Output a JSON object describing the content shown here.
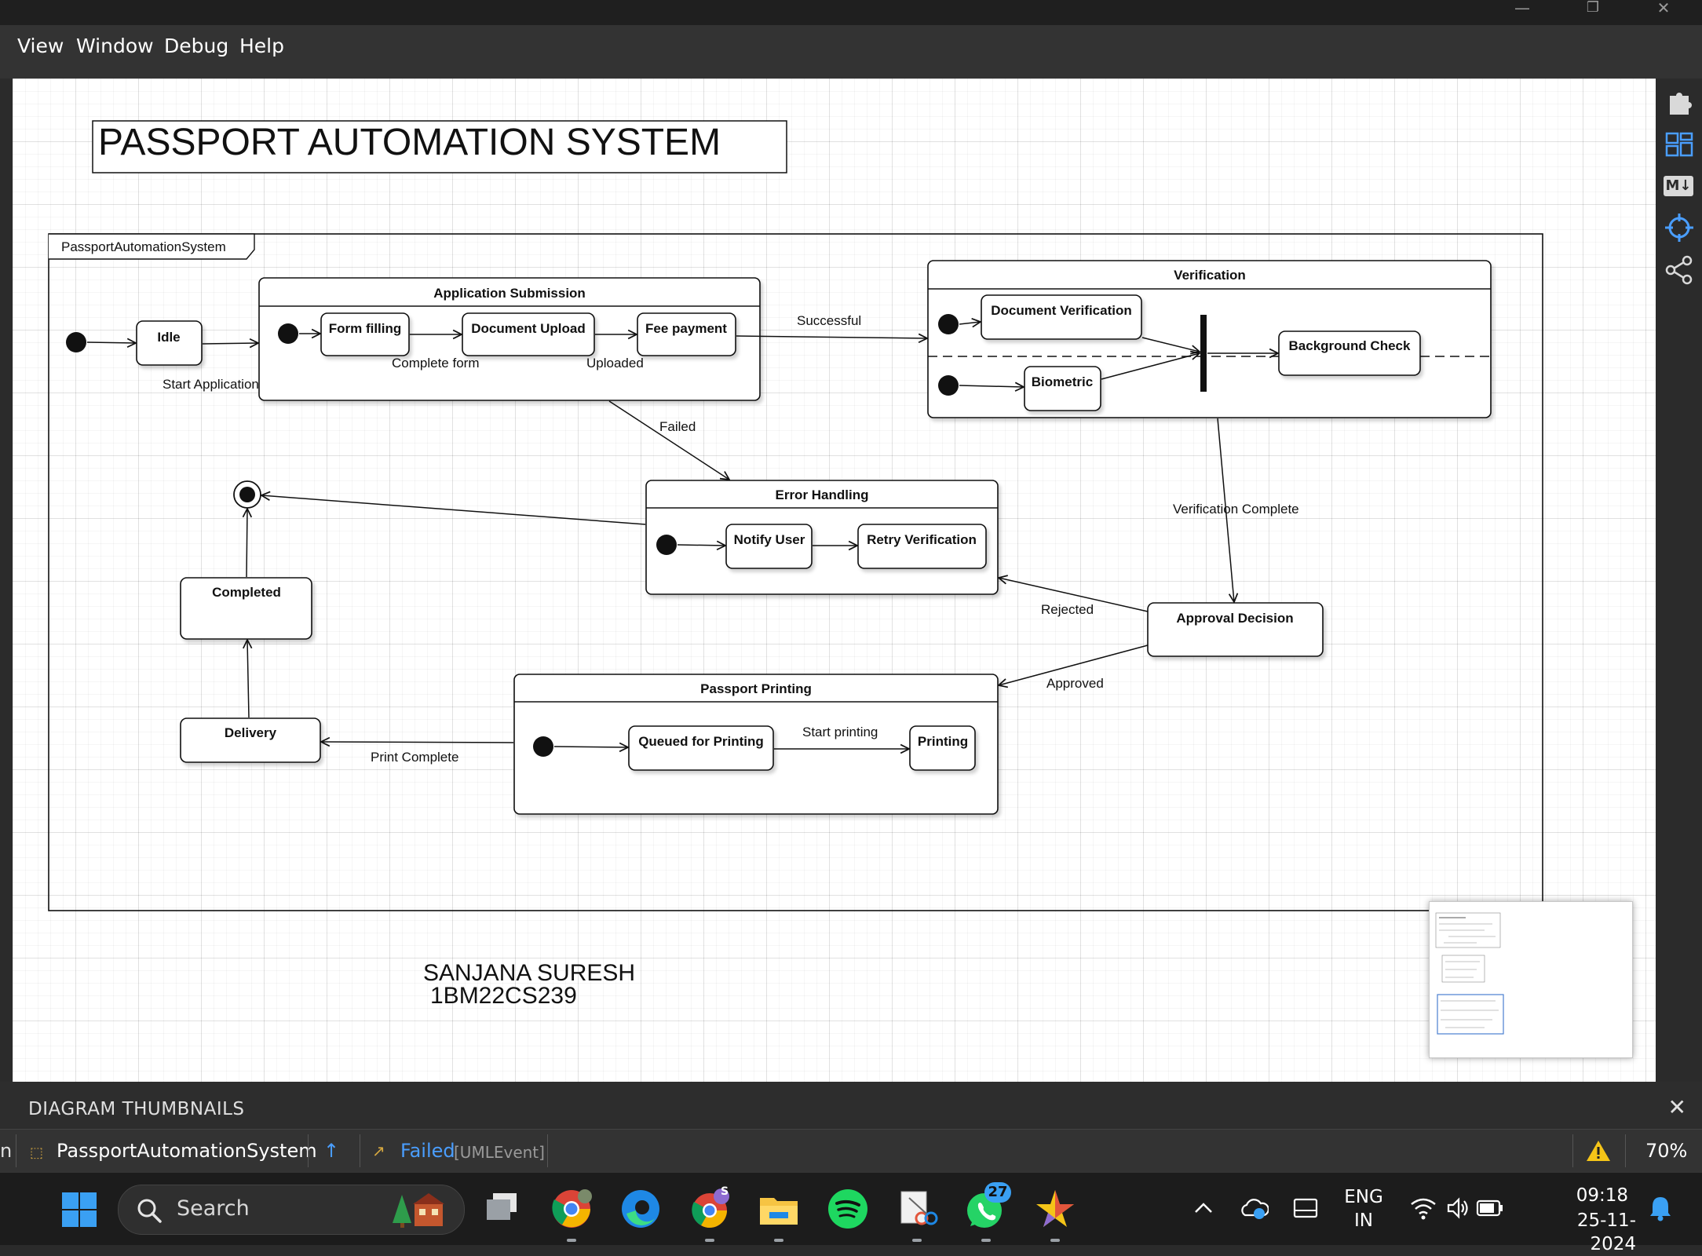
{
  "window": {
    "controls": {
      "minimize": "—",
      "maximize": "❐",
      "close": "✕"
    }
  },
  "menu": [
    "View",
    "Window",
    "Debug",
    "Help"
  ],
  "diagram": {
    "title": "PASSPORT AUTOMATION SYSTEM",
    "frame_label": "PassportAutomationSystem",
    "states": {
      "idle": "Idle",
      "application_submission": "Application Submission",
      "form_filling": "Form filling",
      "document_upload": "Document Upload",
      "fee_payment": "Fee payment",
      "verification": "Verification",
      "document_verification": "Document Verification",
      "biometric": "Biometric",
      "background_check": "Background Check",
      "error_handling": "Error Handling",
      "notify_user": "Notify User",
      "retry_verification": "Retry Verification",
      "approval_decision": "Approval Decision",
      "completed": "Completed",
      "delivery": "Delivery",
      "passport_printing": "Passport Printing",
      "queued_for_printing": "Queued for Printing",
      "printing": "Printing"
    },
    "transitions": {
      "start_application": "Start Application",
      "complete_form": "Complete form",
      "uploaded": "Uploaded",
      "successful": "Successful",
      "failed": "Failed",
      "verification_complete": "Verification Complete",
      "rejected": "Rejected",
      "approved": "Approved",
      "start_printing": "Start printing",
      "print_complete": "Print Complete"
    },
    "author": {
      "name": "SANJANA SURESH",
      "id": "1BM22CS239"
    }
  },
  "sidebar_icons": [
    "puzzle-icon",
    "layout-icon",
    "markdown-icon",
    "crosshair-icon",
    "share-icon"
  ],
  "sidebar_markdown_label": "M↓",
  "thumbnails_panel": {
    "title": "DIAGRAM THUMBNAILS",
    "close": "✕"
  },
  "status_bar": {
    "left_fragment": "n",
    "diagram_icon": "⬚",
    "diagram_name": "PassportAutomationSystem",
    "up_arrow": "↑",
    "event_arrow": "↗",
    "event_state": "Failed",
    "event_type": "[UMLEvent]",
    "zoom": "70%"
  },
  "taskbar": {
    "search_placeholder": "Search",
    "whatsapp_badge": "27",
    "chrome_profile_badge": "S",
    "language_line1": "ENG",
    "language_line2": "IN",
    "time": "09:18",
    "date": "25-11-2024"
  },
  "colors": {
    "canvas": "#ffffff",
    "menubar": "#333333",
    "taskbar": "#1c1c1c",
    "accent_blue": "#4a9eff",
    "warning": "#f5c518",
    "failed_text": "#4a9eff"
  }
}
